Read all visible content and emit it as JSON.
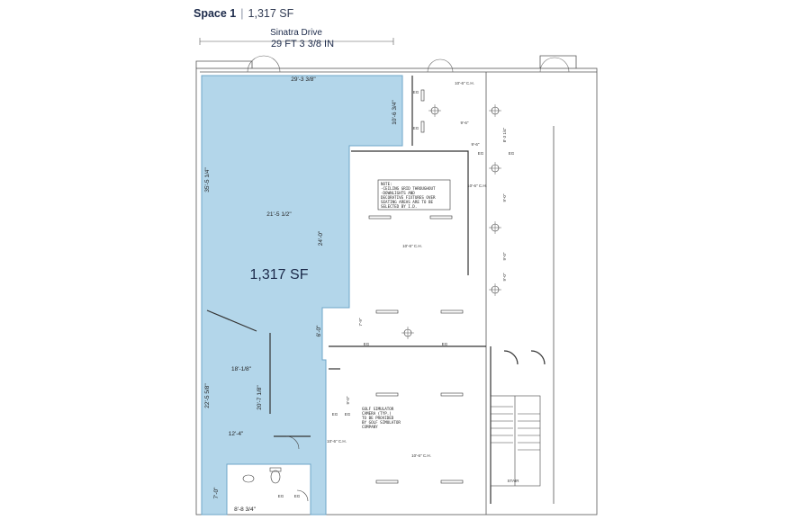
{
  "header": {
    "space_title": "Space 1",
    "space_area": "1,317 SF"
  },
  "frontage": {
    "street": "Sinatra Drive",
    "width": "29 FT 3 3/8 IN"
  },
  "highlight": {
    "area_label": "1,317 SF",
    "fill_color": "#b3d6ea",
    "stroke_color": "#6ea6c8"
  },
  "dimensions": {
    "top_width": "29'-3 3/8\"",
    "right_jog": "10'-6 3/4\"",
    "left_upper": "35'-5 1/4\"",
    "mid_width": "21'-5 1/2\"",
    "vertical_24": "24'-0\"",
    "vertical_6": "6'-0\"",
    "width_18": "18'-1/8\"",
    "left_lower": "22'-5 5/8\"",
    "vertical_20": "20'-7 1/8\"",
    "width_12": "12'-4\"",
    "vertical_7": "7'-0\"",
    "bottom_width": "8'-8 3/4\"",
    "small_vert": "7'-9\"",
    "small_vert_2": "9'-0\""
  },
  "ceiling_labels": {
    "ch_top": "10'-6\" C.H.",
    "ch_right": "10'-6\" C.H.",
    "ch_center": "10'-6\" C.H.",
    "ch_lower": "10'-6\" C.H.",
    "ch_small": "10'-6\" C.H.",
    "span_9a": "9'-6\"",
    "span_9b": "9'-6\"",
    "span_side_a": "8'-3 1/4\"",
    "span_side_b": "9'-0\"",
    "span_side_c": "9'-0\"",
    "span_side_d": "9'-0\""
  },
  "notes": {
    "ceiling_note": [
      "NOTE:",
      "-CEILING GRID THROUGHOUT",
      "-DOWNLIGHTS AND",
      "DECORATIVE FIXTURES OVER",
      "SEATING AREAS ARE TO BE",
      "SELECTED BY I.D."
    ],
    "golf_note": [
      "GOLF SIMULATOR",
      "CAMERA (TYP.)",
      "TO BE PROVIDED",
      "BY GOLF SIMULATOR",
      "COMPANY"
    ]
  },
  "fixture_tag": "EG",
  "stair_label": "STAIR"
}
